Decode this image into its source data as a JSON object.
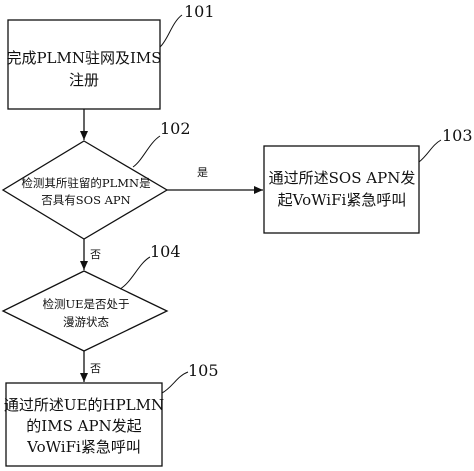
{
  "nodes": {
    "n101": {
      "ref": "101",
      "lines": [
        "完成PLMN驻网及IMS",
        "注册"
      ]
    },
    "n102": {
      "ref": "102",
      "lines": [
        "检测其所驻留的PLMN是",
        "否具有SOS APN"
      ]
    },
    "n103": {
      "ref": "103",
      "lines": [
        "通过所述SOS APN发",
        "起VoWiFi紧急呼叫"
      ]
    },
    "n104": {
      "ref": "104",
      "lines": [
        "检测UE是否处于",
        "漫游状态"
      ]
    },
    "n105": {
      "ref": "105",
      "lines": [
        "通过所述UE的HPLMN",
        "的IMS APN发起",
        "VoWiFi紧急呼叫"
      ]
    }
  },
  "edges": {
    "yes_label": "是",
    "no_label_1": "否",
    "no_label_2": "否"
  },
  "colors": {
    "stroke": "#111111",
    "background": "#ffffff"
  }
}
